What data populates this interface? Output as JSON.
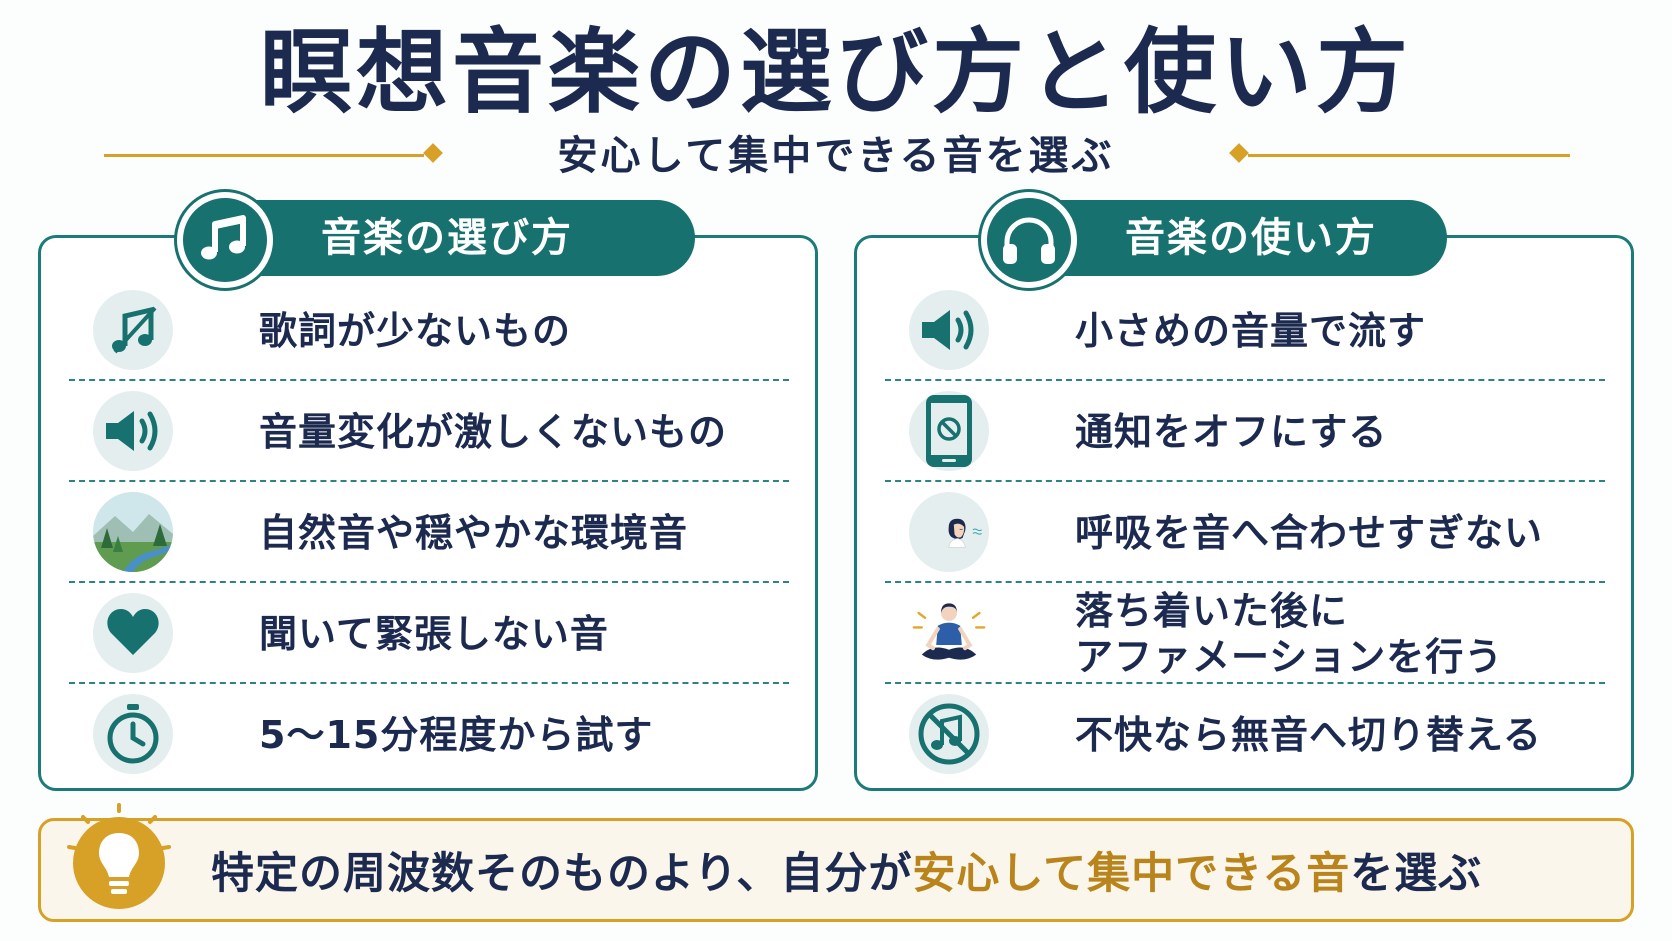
{
  "title": "瞑想音楽の選び方と使い方",
  "subtitle": "安心して集中できる音を選ぶ",
  "colors": {
    "teal": "#17716f",
    "navy": "#1c2a4f",
    "gold": "#d7a127",
    "gold_text": "#b8841b"
  },
  "left_panel": {
    "heading": "音楽の選び方",
    "icon": "music-note-icon",
    "items": [
      {
        "text": "歌詞が少ないもの",
        "icon": "no-lyrics-music-icon"
      },
      {
        "text": "音量変化が激しくないもの",
        "icon": "speaker-icon"
      },
      {
        "text": "自然音や穏やかな環境音",
        "icon": "nature-landscape-icon"
      },
      {
        "text": "聞いて緊張しない音",
        "icon": "heart-icon"
      },
      {
        "text": "5〜15分程度から試す",
        "icon": "stopwatch-icon"
      }
    ]
  },
  "right_panel": {
    "heading": "音楽の使い方",
    "icon": "headphones-icon",
    "items": [
      {
        "text": "小さめの音量で流す",
        "icon": "low-volume-speaker-icon"
      },
      {
        "text": "通知をオフにする",
        "icon": "phone-notifications-off-icon"
      },
      {
        "text": "呼吸を音へ合わせすぎない",
        "icon": "breathing-woman-icon"
      },
      {
        "text_line1": "落ち着いた後に",
        "text_line2": "アファメーションを行う",
        "icon": "meditating-person-icon"
      },
      {
        "text": "不快なら無音へ切り替える",
        "icon": "music-off-icon"
      }
    ]
  },
  "tip": {
    "icon": "lightbulb-icon",
    "text_before": "特定の周波数そのものより、自分が",
    "text_highlight": "安心して集中できる音",
    "text_after": "を選ぶ"
  }
}
